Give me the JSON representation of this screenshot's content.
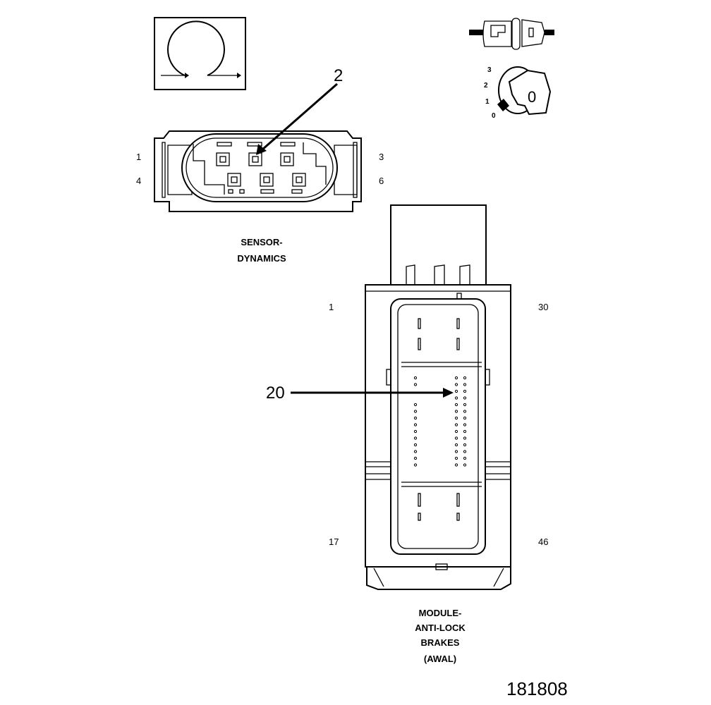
{
  "sensor_connector": {
    "caption_line1": "SENSOR-",
    "caption_line2": "DYNAMICS",
    "pin_labels": {
      "top_left": "1",
      "top_right": "3",
      "bottom_left": "4",
      "bottom_right": "6"
    },
    "callout": "2"
  },
  "module_connector": {
    "caption_lines": [
      "MODULE-",
      "ANTI-LOCK",
      "BRAKES",
      "(AWAL)"
    ],
    "pin_labels": {
      "top_left": "1",
      "top_right": "30",
      "bottom_left": "17",
      "bottom_right": "46"
    },
    "callout": "20"
  },
  "key_icon": {
    "positions": [
      "3",
      "2",
      "1",
      "0"
    ],
    "key_label": "0"
  },
  "figure_number": "181808"
}
